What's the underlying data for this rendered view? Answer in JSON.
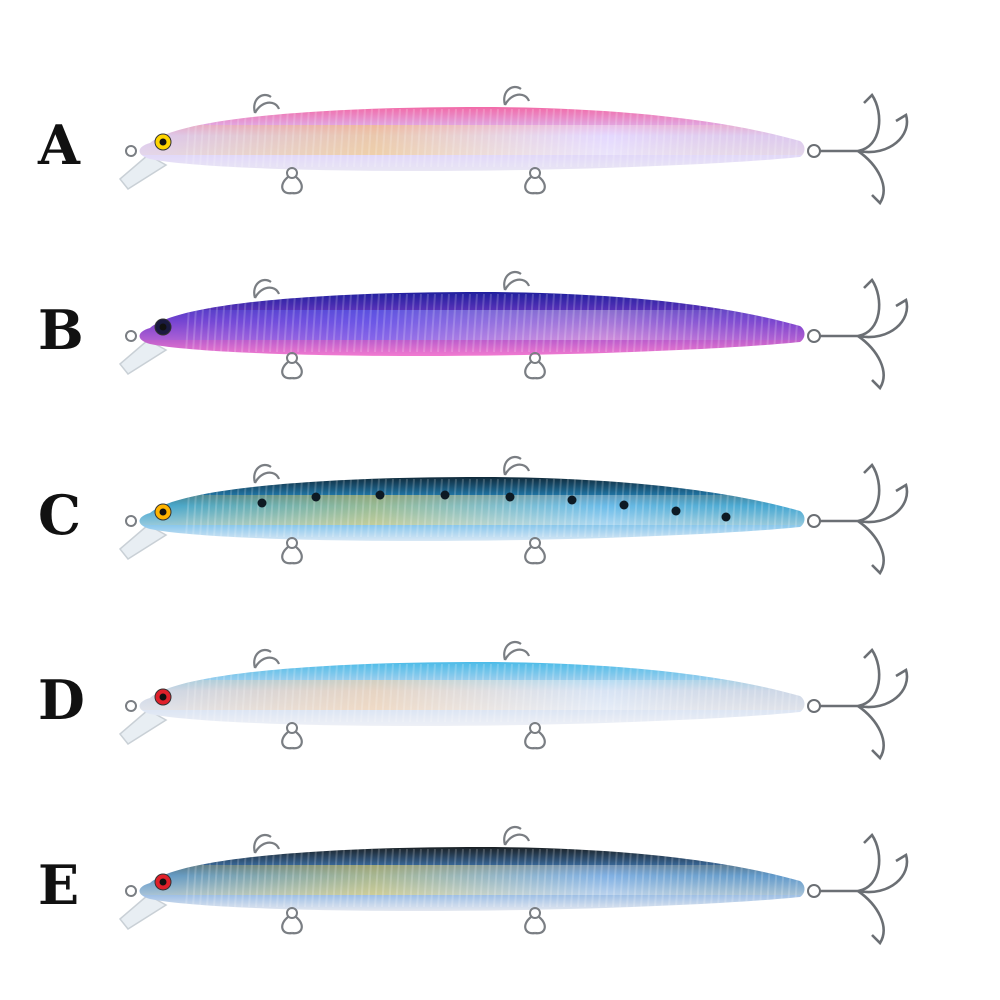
{
  "lures": [
    {
      "label": "A",
      "back_color": "#f26aa8",
      "mid_color": "#d9c8ff",
      "belly_color": "#e9e6f4",
      "eye_color": "#ffd400",
      "spotted": false,
      "shimmer": "#f8c86a"
    },
    {
      "label": "B",
      "back_color": "#1f1f9e",
      "mid_color": "#7a3cc8",
      "belly_color": "#f27ad0",
      "eye_color": "#1a1a40",
      "spotted": false,
      "shimmer": "#5d6cff"
    },
    {
      "label": "C",
      "back_color": "#102a3a",
      "mid_color": "#2a9fe0",
      "belly_color": "#d8e8f5",
      "eye_color": "#ffb400",
      "spotted": true,
      "shimmer": "#f0d25a"
    },
    {
      "label": "D",
      "back_color": "#4bbbe8",
      "mid_color": "#c7d8f0",
      "belly_color": "#eef0f6",
      "eye_color": "#e0202a",
      "spotted": false,
      "shimmer": "#ffd1a0"
    },
    {
      "label": "E",
      "back_color": "#1a2024",
      "mid_color": "#4a8fd8",
      "belly_color": "#e4e8f0",
      "eye_color": "#e0202a",
      "spotted": false,
      "shimmer": "#f4d85a"
    }
  ]
}
